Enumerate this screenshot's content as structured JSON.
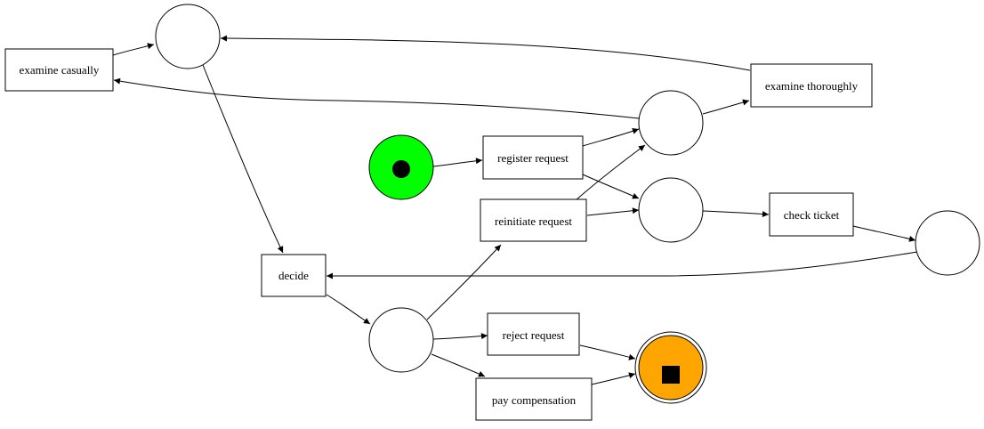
{
  "transitions": {
    "examine_casually": "examine casually",
    "examine_thoroughly": "examine thoroughly",
    "register_request": "register request",
    "reinitiate_request": "reinitiate request",
    "check_ticket": "check ticket",
    "decide": "decide",
    "reject_request": "reject request",
    "pay_compensation": "pay compensation"
  },
  "places": {
    "start": {
      "marking": "token",
      "color": "#00ff00"
    },
    "end": {
      "marking": "final",
      "color": "#ffa500"
    }
  },
  "colors": {
    "start_place": "#00ff00",
    "end_place": "#ffa500",
    "stroke": "#000000"
  }
}
